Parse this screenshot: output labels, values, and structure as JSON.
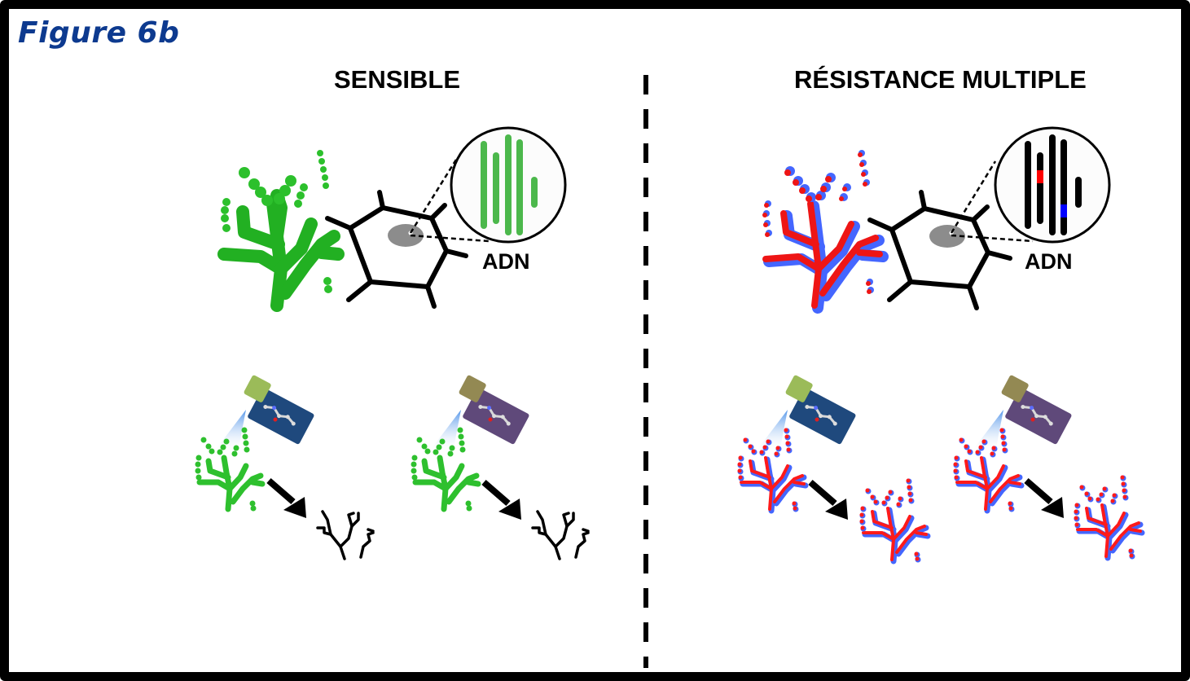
{
  "figure": {
    "title": "Figure 6b",
    "title_color": "#0d3a8f"
  },
  "panels": {
    "left": {
      "title": "SENSIBLE",
      "dna_label": "ADN",
      "plant_color": "#2ec02e",
      "dna_bar_color": "#4cb84c",
      "treatments": [
        {
          "sprayer_head_color": "#9bbb59",
          "sprayer_body_color": "#1f497d",
          "molecule": "molecule-1",
          "outcome": "dead-plant"
        },
        {
          "sprayer_head_color": "#938953",
          "sprayer_body_color": "#5f497a",
          "molecule": "molecule-2",
          "outcome": "dead-plant"
        }
      ]
    },
    "right": {
      "title": "RÉSISTANCE MULTIPLE",
      "dna_label": "ADN",
      "plant_colors": [
        "#ff1a1a",
        "#4466ff"
      ],
      "dna_bar_color": "#000000",
      "dna_mutation_colors": [
        "#ff0000",
        "#0000ff"
      ],
      "treatments": [
        {
          "sprayer_head_color": "#9bbb59",
          "sprayer_body_color": "#1f497d",
          "molecule": "molecule-1",
          "outcome": "surviving-plant"
        },
        {
          "sprayer_head_color": "#938953",
          "sprayer_body_color": "#5f497a",
          "molecule": "molecule-2",
          "outcome": "surviving-plant"
        }
      ]
    }
  },
  "divider": {
    "style": "dashed",
    "color": "#000000"
  }
}
